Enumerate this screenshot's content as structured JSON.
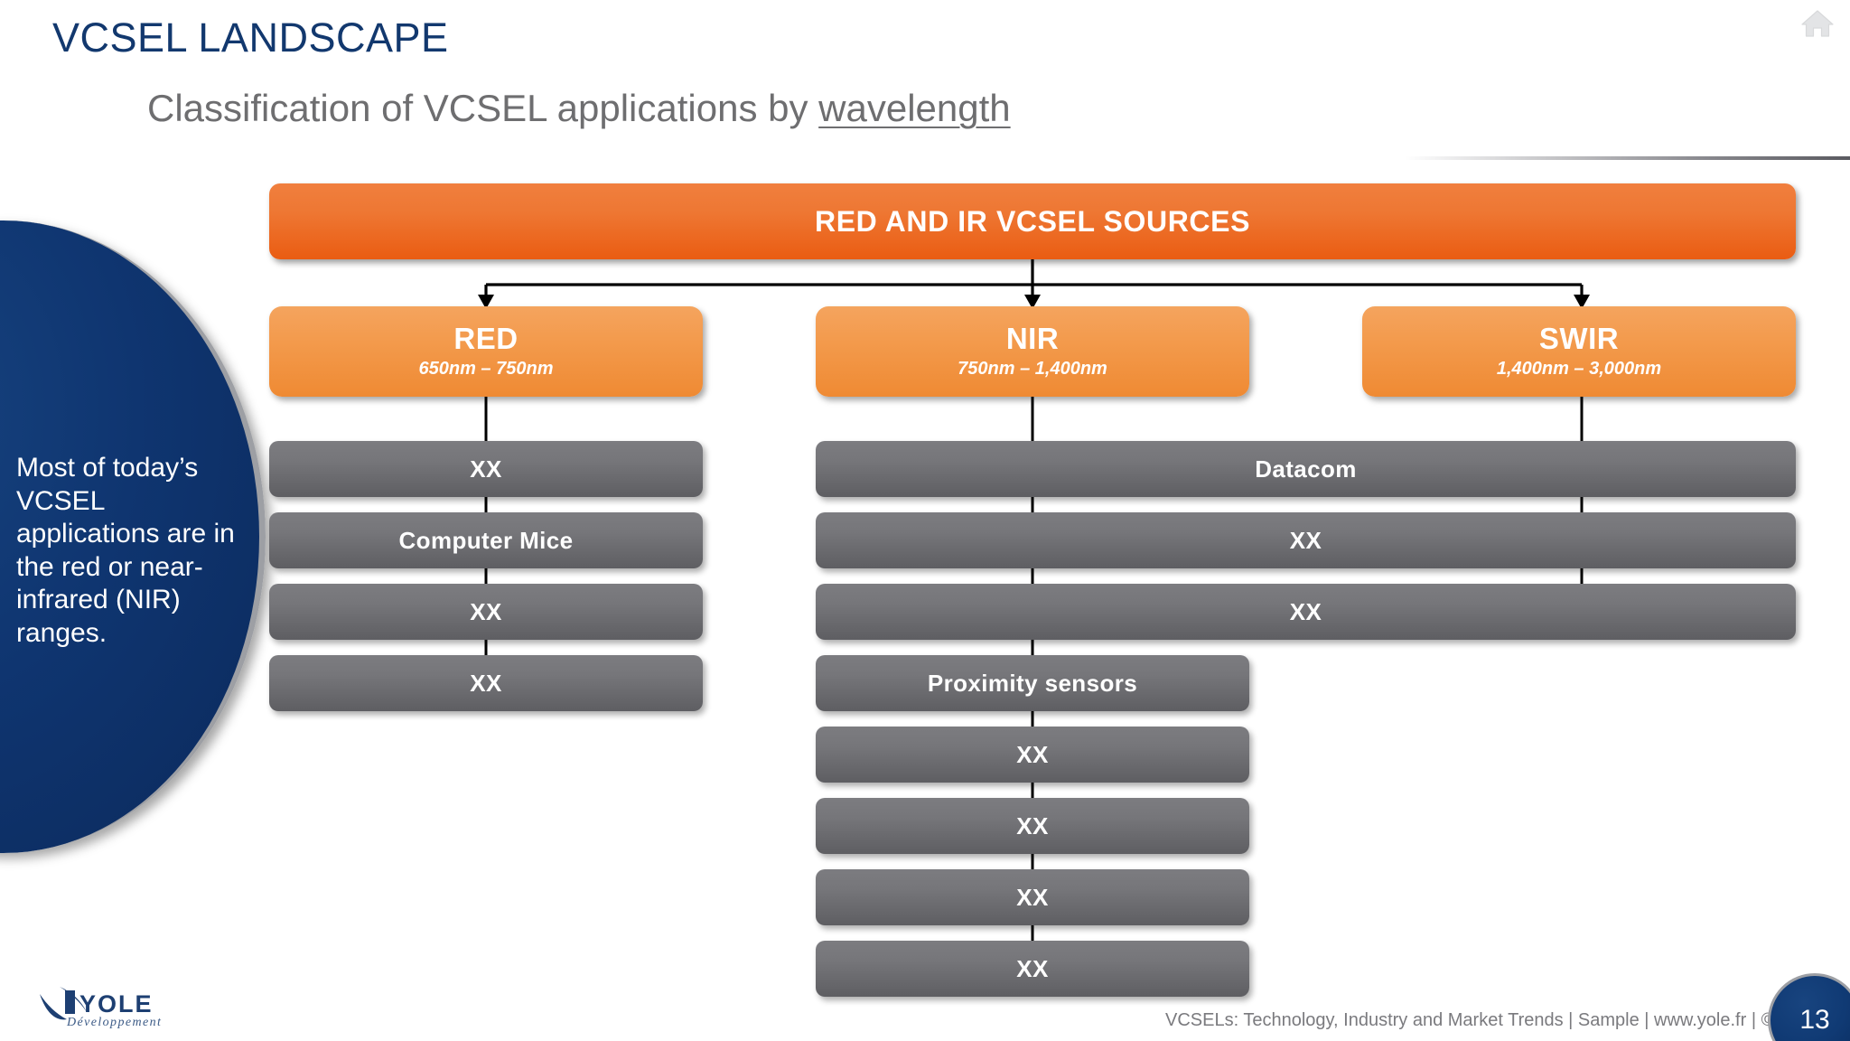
{
  "slide": {
    "title": "VCSEL LANDSCAPE",
    "subtitle_prefix": "Classification of VCSEL applications by ",
    "subtitle_underlined": "wavelength",
    "home_icon": "home-icon"
  },
  "callout": {
    "text": "Most of today’s VCSEL applications are in the red or near-infrared (NIR) ranges."
  },
  "diagram": {
    "root": {
      "label": "RED AND IR VCSEL SOURCES"
    },
    "categories": [
      {
        "name": "RED",
        "range": "650nm – 750nm"
      },
      {
        "name": "NIR",
        "range": "750nm – 1,400nm"
      },
      {
        "name": "SWIR",
        "range": "1,400nm – 3,000nm"
      }
    ],
    "red_items": [
      "XX",
      "Computer Mice",
      "XX",
      "XX"
    ],
    "wide_items": [
      "Datacom",
      "XX",
      "XX"
    ],
    "nir_items": [
      "Proximity sensors",
      "XX",
      "XX",
      "XX",
      "XX"
    ]
  },
  "footer": {
    "credit": "VCSELs: Technology, Industry and Market Trends | Sample | www.yole.fr | ©2018",
    "page_number": "13",
    "logo_name": "YOLE",
    "logo_tagline": "Développement"
  },
  "colors": {
    "title_blue": "#12386e",
    "orange_root": "#ea5c12",
    "orange_category": "#ef8a33",
    "gray_item": "#6e6e72",
    "callout_blue": "#0f3570"
  }
}
